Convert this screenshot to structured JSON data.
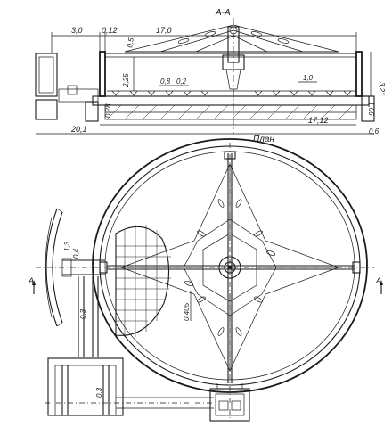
{
  "section": {
    "title": "А-А",
    "dims": {
      "d1": "3,0",
      "d2": "0,12",
      "d3": "17,0",
      "d4": "0,5",
      "d5": "2,25",
      "d6": "0,8",
      "d7": "0,2",
      "d8": "1,0",
      "d9": "3,21",
      "d10": "0,28",
      "d11": "1,66",
      "d12": "17,12",
      "d13": "20,1",
      "d14": "0,6"
    }
  },
  "plan": {
    "title": "План",
    "section_mark": "А",
    "dims": {
      "p1": "1,3",
      "p2": "0,4",
      "p3": "0,3",
      "p4": "0,405",
      "p5": "0,3"
    }
  }
}
